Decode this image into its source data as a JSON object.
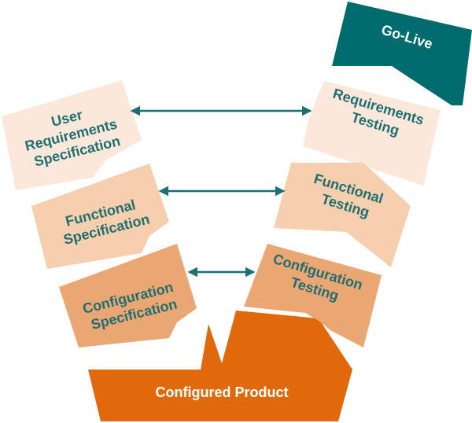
{
  "colors": {
    "teal": "#006b6d",
    "text_teal": "#1f6e72",
    "lightest": "#fbe8da",
    "light": "#f6cfae",
    "medium": "#eba773",
    "orange": "#e0690c"
  },
  "left_stages": [
    {
      "lines": [
        "User",
        "Requirements",
        "Specification"
      ]
    },
    {
      "lines": [
        "Functional",
        "Specification"
      ]
    },
    {
      "lines": [
        "Configuration",
        "Specification"
      ]
    }
  ],
  "right_stages": [
    {
      "lines": [
        "Requirements",
        "Testing"
      ]
    },
    {
      "lines": [
        "Functional",
        "Testing"
      ]
    },
    {
      "lines": [
        "Configuration",
        "Testing"
      ]
    }
  ],
  "go_live": {
    "label": "Go-Live"
  },
  "base": {
    "label": "Configured Product"
  }
}
